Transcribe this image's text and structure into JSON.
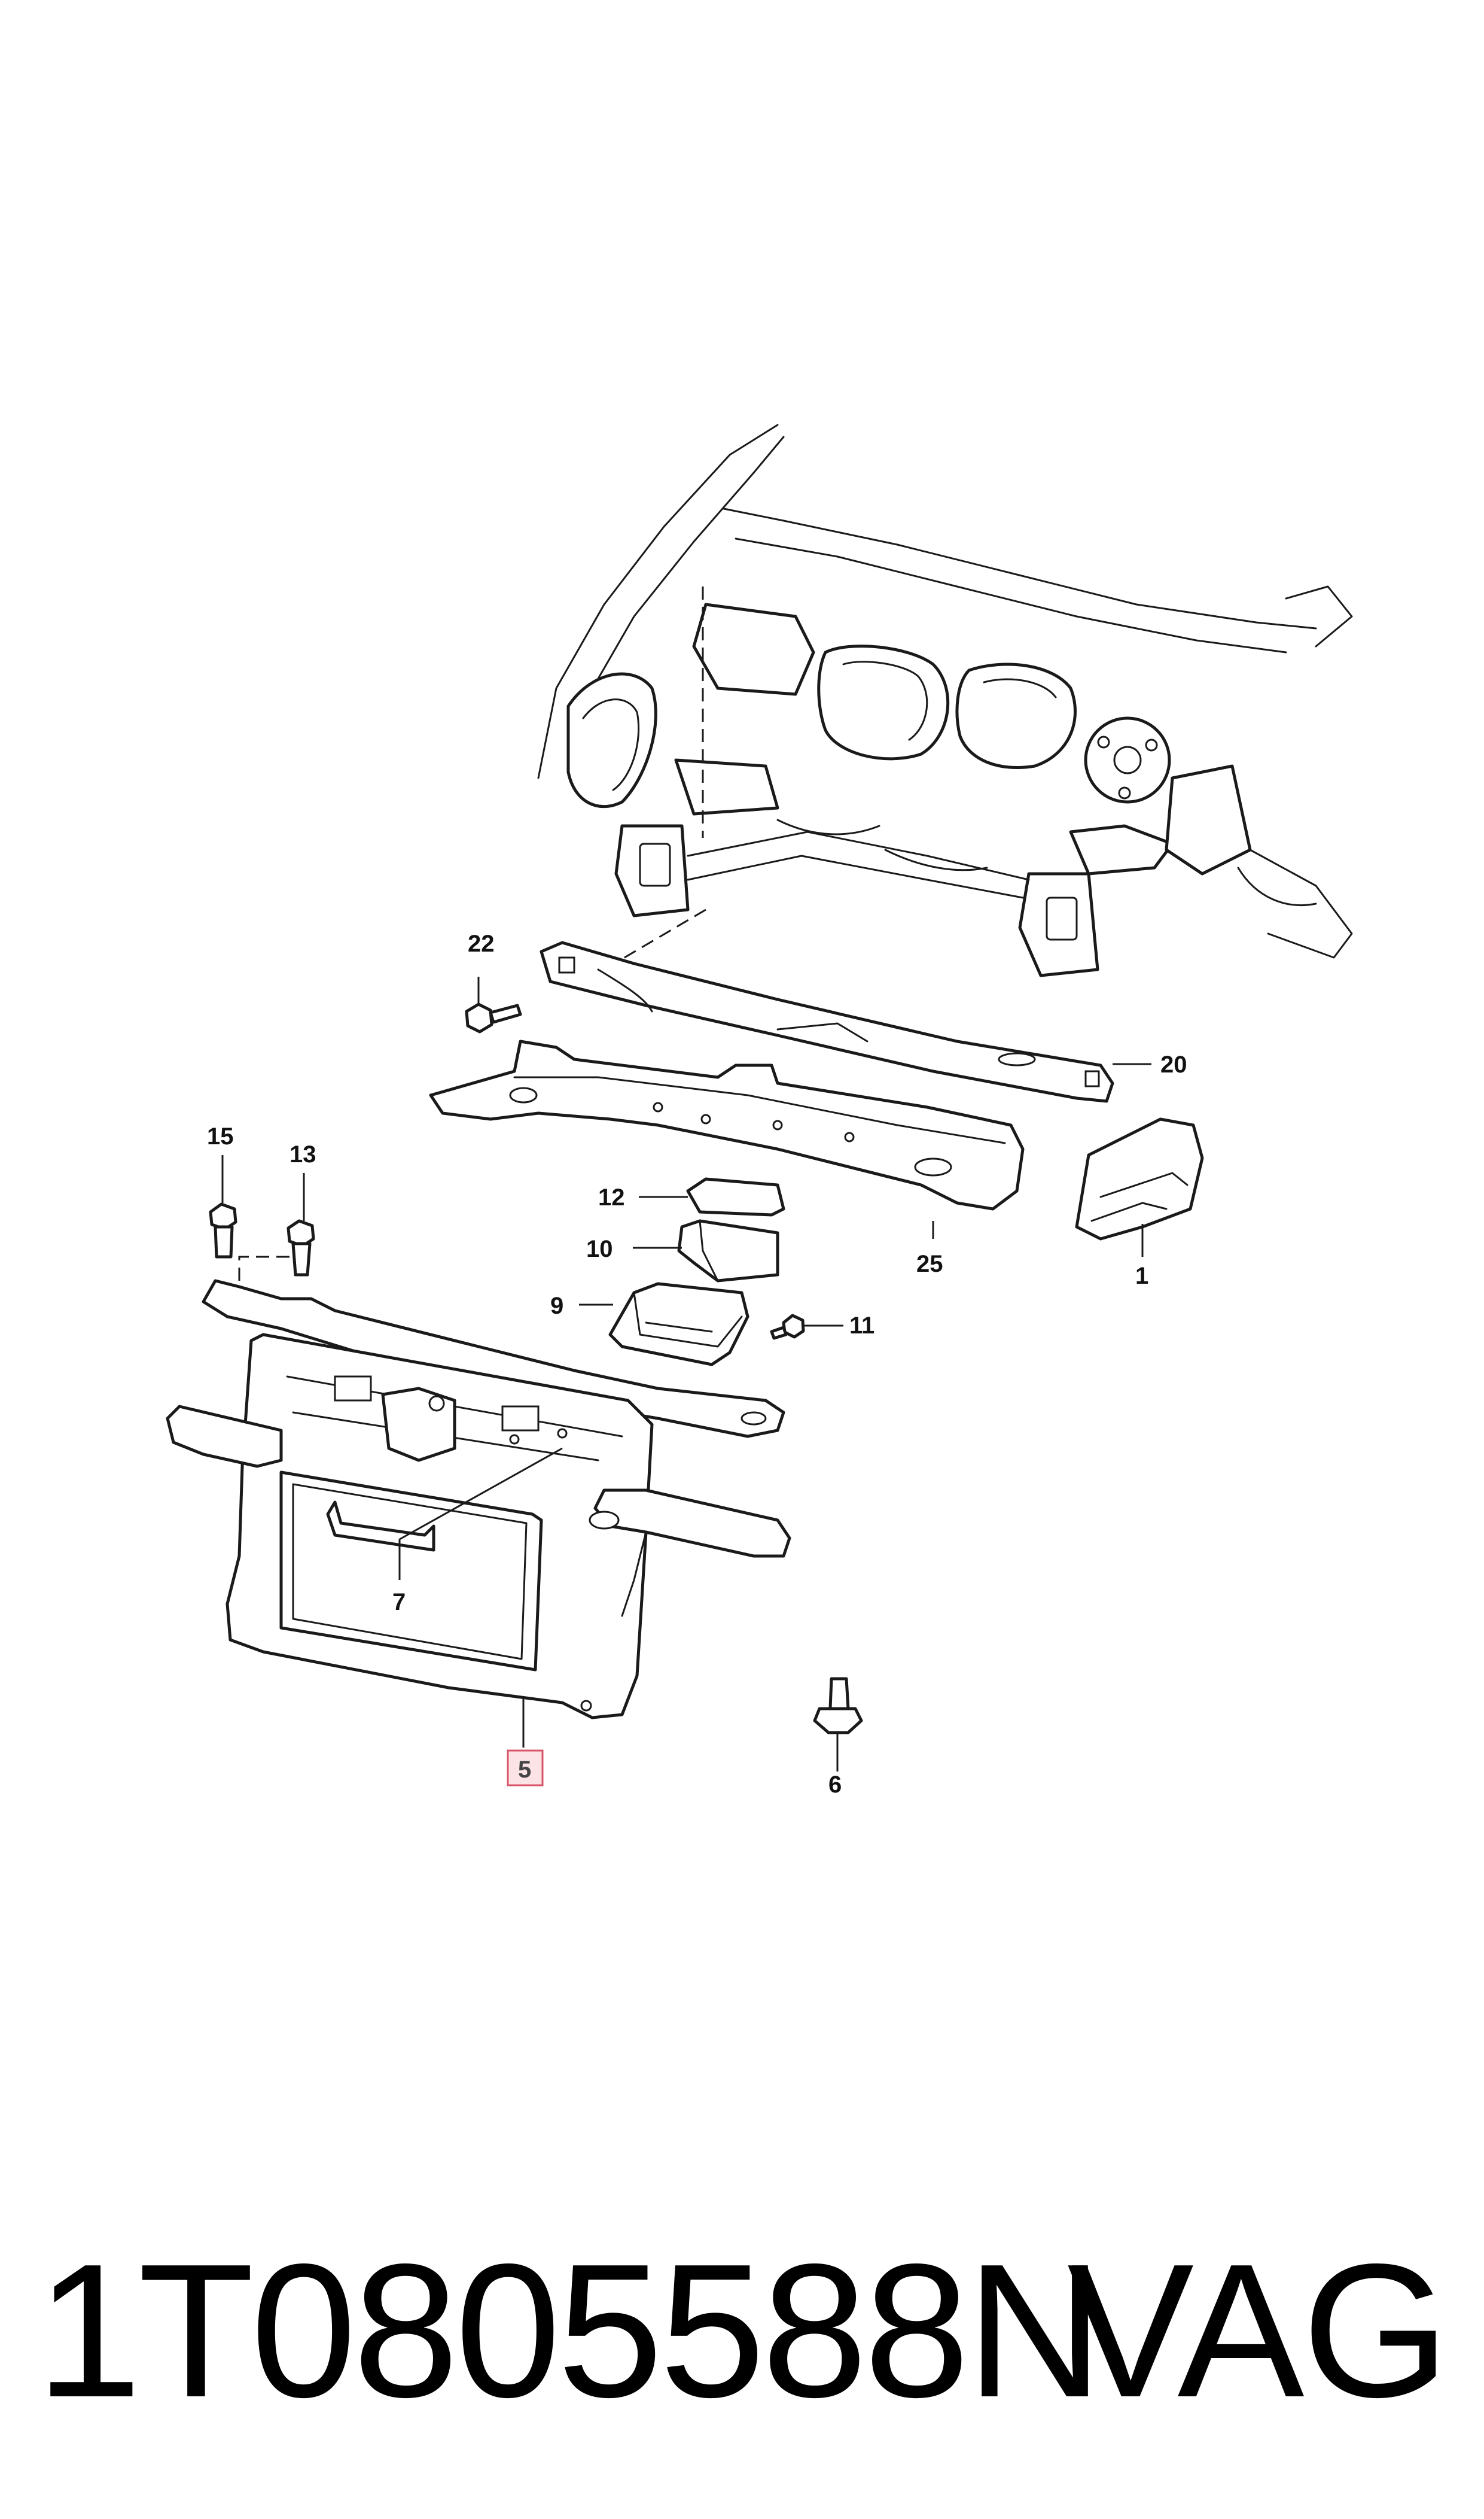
{
  "highlight_color": "#d9536a",
  "highlight_fill": "#fbe3e6",
  "callouts": {
    "c1": "1",
    "c5": "5",
    "c6": "6",
    "c7": "7",
    "c9": "9",
    "c10": "10",
    "c11": "11",
    "c12": "12",
    "c13": "13",
    "c15": "15",
    "c20": "20",
    "c22": "22",
    "c25": "25"
  },
  "highlighted_callout": "5",
  "footer": {
    "part_number": "1T0805588N",
    "brand": "VAG"
  }
}
